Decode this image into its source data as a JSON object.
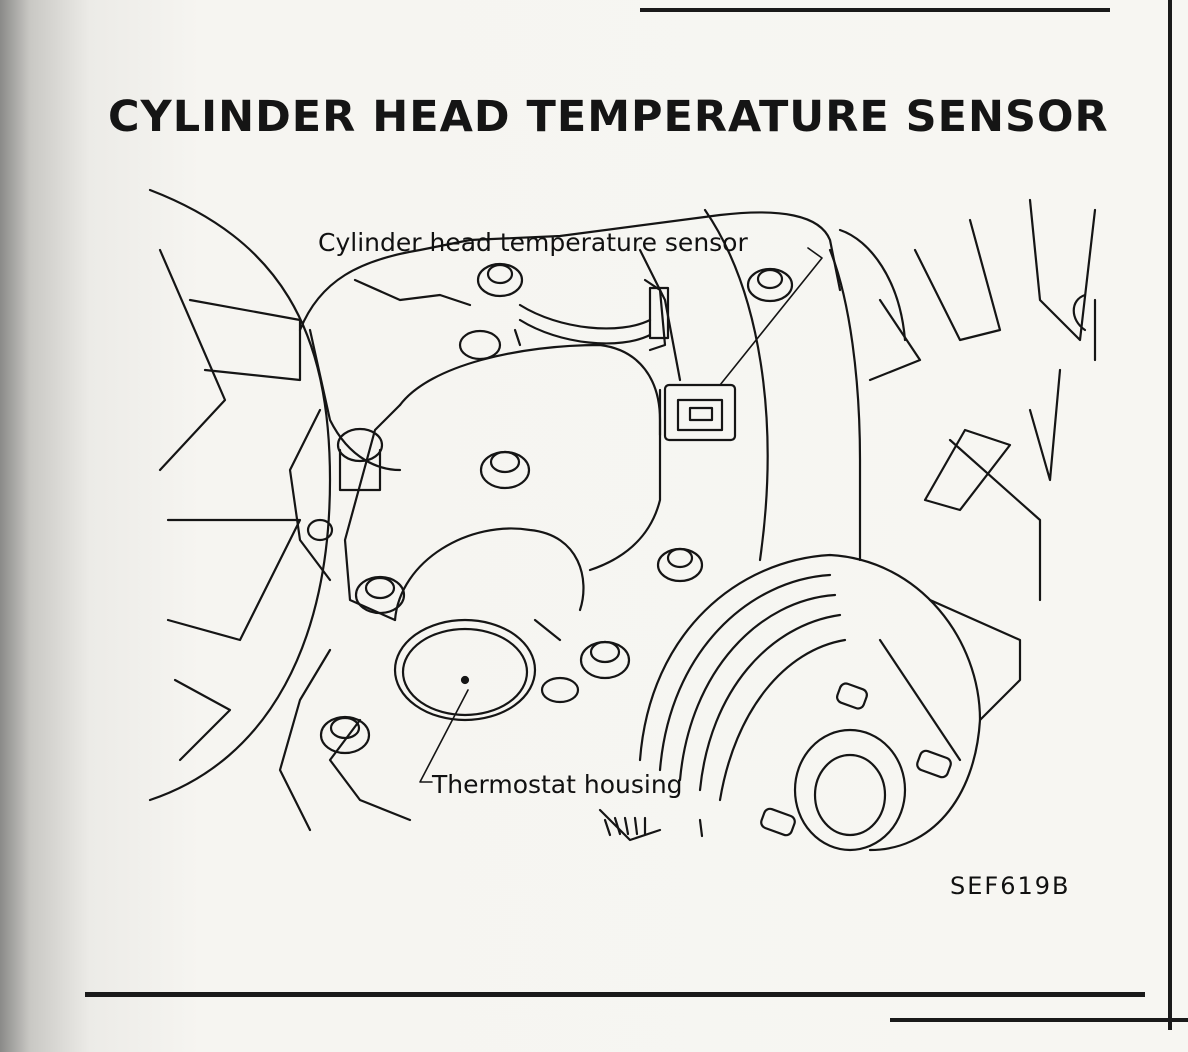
{
  "page": {
    "title": "CYLINDER HEAD TEMPERATURE SENSOR",
    "figure_code": "SEF619B"
  },
  "diagram": {
    "labels": {
      "sensor": "Cylinder head temperature sensor",
      "thermostat": "Thermostat housing"
    },
    "icons": [
      "engine-block",
      "thermostat-housing",
      "temperature-sensor",
      "crank-pulley",
      "fan-shroud",
      "bolt"
    ]
  },
  "colors": {
    "ink": "#111111",
    "paper": "#f6f5f1"
  }
}
